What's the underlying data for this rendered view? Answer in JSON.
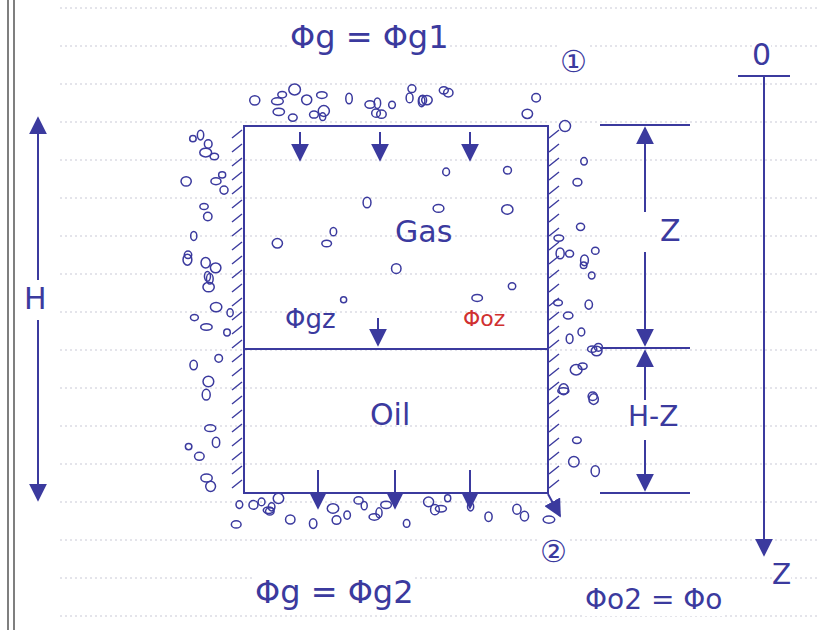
{
  "diagram": {
    "nodes": [
      {
        "text": [
          "Gas",
          "Φgz",
          "Φoz"
        ]
      },
      {
        "text": [
          "Oil"
        ]
      }
    ],
    "labels": [
      "Φg = Φg1",
      "①",
      "Z",
      "H-Z",
      "H",
      "0",
      "Z",
      "Φg = Φg2",
      "②",
      "Φo2 = Φo"
    ]
  }
}
